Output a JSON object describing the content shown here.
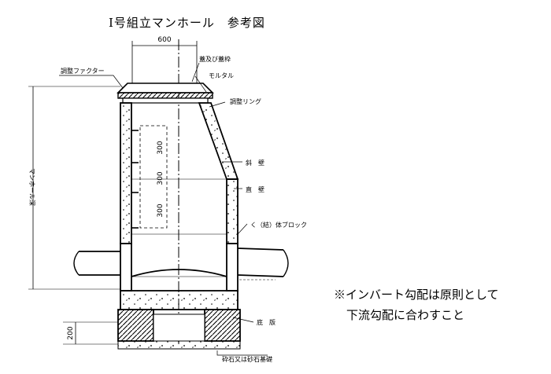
{
  "title": "I号組立マンホール　参考図",
  "labels": {
    "top_dimension": "600",
    "adjust_factor": "調整ファクター",
    "cover_frame": "蓋及び蓋枠",
    "mortar": "モルタル",
    "adjust_ring": "調整リング",
    "slant_wall": "斜　壁",
    "straight_wall": "直　壁",
    "bottom_block": "く（結）体ブロック",
    "manhole_depth": "マンホール深",
    "base_slab": "底　版",
    "gravel_base": "砕石又は砂石基礎",
    "base_thickness": "200"
  },
  "step_dimensions": [
    "300",
    "300",
    "300"
  ],
  "note": {
    "line1": "※インバート勾配は原則として",
    "line2": "下流勾配に合わすこと"
  }
}
